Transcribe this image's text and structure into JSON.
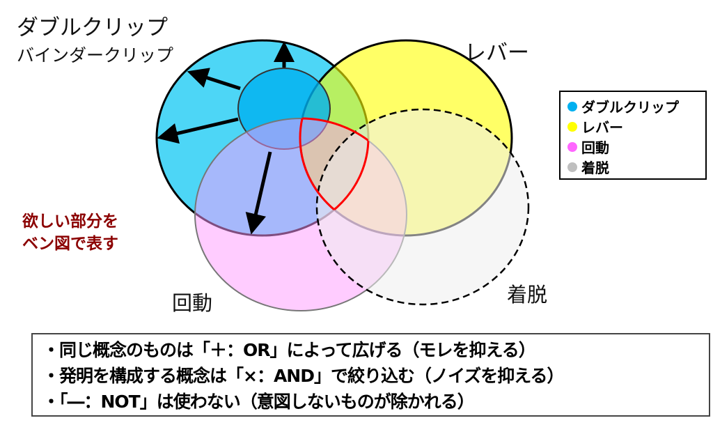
{
  "labels": {
    "double_clip": "ダブルクリップ",
    "binder_clip": "バインダークリップ",
    "lever": "レバー",
    "rotation": "回動",
    "detach": "着脱"
  },
  "callout": {
    "line1": "欲しい部分を",
    "line2": "ベン図で表す"
  },
  "legend": [
    {
      "label": "ダブルクリップ",
      "color": "#00B0F0"
    },
    {
      "label": "レバー",
      "color": "#FFFF00"
    },
    {
      "label": "回動",
      "color": "#FF66FF"
    },
    {
      "label": "着脱",
      "color": "#BFBFBF"
    }
  ],
  "notes": [
    "・同じ概念のものは「＋：OR」によって広げる（モレを抑える）",
    "・発明を構成する概念は「×：AND」で絞り込む（ノイズを抑える）",
    "・「―：NOT」は使わない（意図しないものが除かれる）"
  ]
}
